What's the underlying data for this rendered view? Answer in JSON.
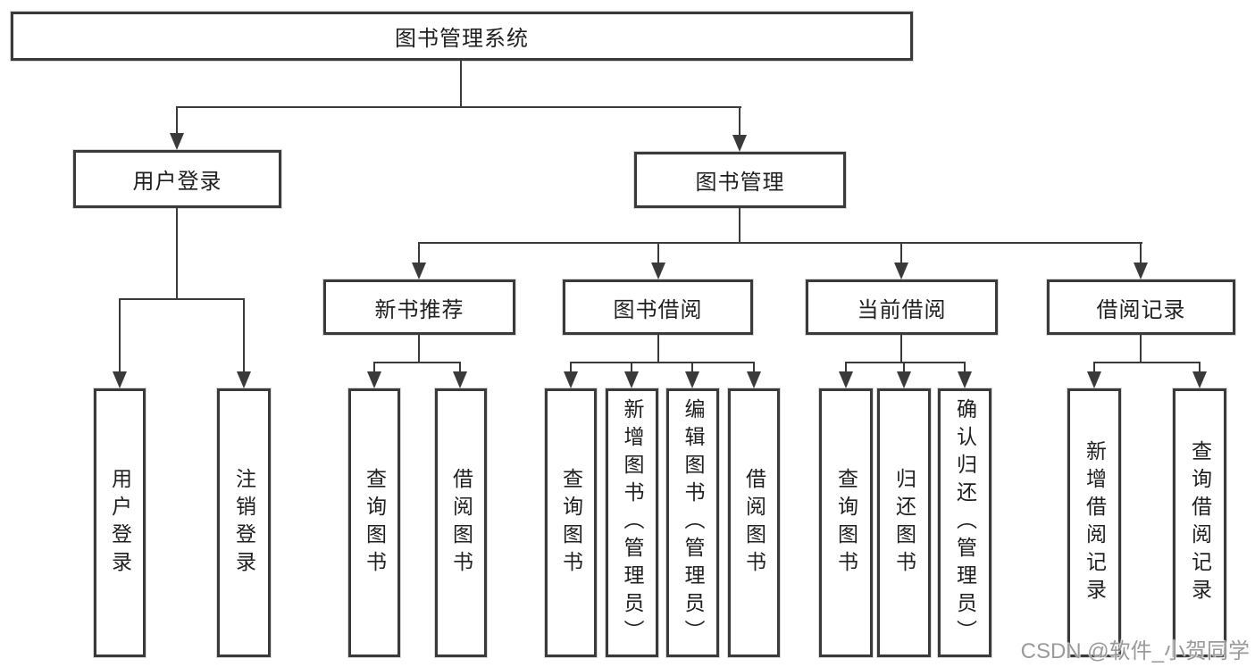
{
  "colors": {
    "line": "#3a3a3a",
    "text": "#1f1f1f",
    "box_bg": "#ffffff",
    "page_bg": "#ffffff",
    "watermark": "#9a9a9a"
  },
  "watermark": {
    "text": "CSDN @软件_小贺同学"
  },
  "tree": {
    "root": {
      "label": "图书管理系统"
    },
    "branches": [
      {
        "label": "用户登录",
        "children": [
          {
            "label": "用户登录"
          },
          {
            "label": "注销登录"
          }
        ]
      },
      {
        "label": "图书管理",
        "children": [
          {
            "label": "新书推荐",
            "children": [
              {
                "label": "查询图书"
              },
              {
                "label": "借阅图书"
              }
            ]
          },
          {
            "label": "图书借阅",
            "children": [
              {
                "label": "查询图书"
              },
              {
                "label": "新增图书（管理员）"
              },
              {
                "label": "编辑图书（管理员）"
              },
              {
                "label": "借阅图书"
              }
            ]
          },
          {
            "label": "当前借阅",
            "children": [
              {
                "label": "查询图书"
              },
              {
                "label": "归还图书"
              },
              {
                "label": "确认归还（管理员）"
              }
            ]
          },
          {
            "label": "借阅记录",
            "children": [
              {
                "label": "新增借阅记录"
              },
              {
                "label": "查询借阅记录"
              }
            ]
          }
        ]
      }
    ]
  }
}
